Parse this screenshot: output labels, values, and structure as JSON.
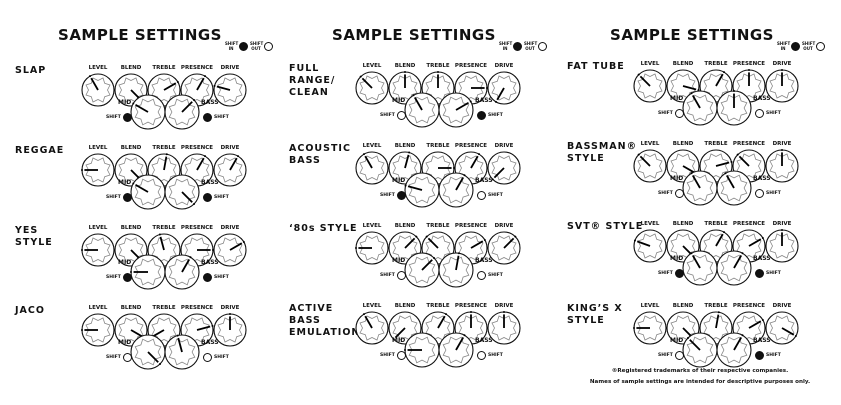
{
  "title": "SAMPLE SETTINGS",
  "legend": {
    "shift_in": "SHIFT IN",
    "shift_out": "SHIFT OUT"
  },
  "knob_labels": [
    "LEVEL",
    "BLEND",
    "TREBLE",
    "PRESENCE",
    "DRIVE"
  ],
  "mid_label": "MID",
  "bass_label": "BASS",
  "shift_label": "SHIFT",
  "columns": [
    {
      "presets": [
        {
          "name": "SLAP",
          "knobs": [
            -30,
            135,
            60,
            30,
            -75
          ],
          "mid": -60,
          "bass": 45,
          "mid_shift": true,
          "bass_shift": true
        },
        {
          "name": "REGGAE",
          "knobs": [
            -90,
            135,
            10,
            30,
            30
          ],
          "mid": -60,
          "bass": 135,
          "mid_shift": true,
          "bass_shift": true
        },
        {
          "name": "YES\nSTYLE",
          "knobs": [
            -90,
            135,
            -15,
            90,
            60
          ],
          "mid": -90,
          "bass": 30,
          "mid_shift": true,
          "bass_shift": true
        },
        {
          "name": "JACO",
          "knobs": [
            -90,
            120,
            -120,
            75,
            0
          ],
          "mid": 135,
          "bass": -15,
          "mid_shift": false,
          "bass_shift": false
        }
      ]
    },
    {
      "presets": [
        {
          "name": "FULL\nRANGE/\nCLEAN",
          "knobs": [
            -45,
            0,
            0,
            90,
            -150
          ],
          "mid": -30,
          "bass": 60,
          "mid_shift": false,
          "bass_shift": true
        },
        {
          "name": "ACOUSTIC\nBASS",
          "knobs": [
            -30,
            15,
            90,
            30,
            -135
          ],
          "mid": -75,
          "bass": 30,
          "mid_shift": true,
          "bass_shift": false
        },
        {
          "name": "‘80s STYLE",
          "knobs": [
            -90,
            45,
            -45,
            60,
            45
          ],
          "mid": 45,
          "bass": 10,
          "mid_shift": false,
          "bass_shift": false
        },
        {
          "name": "ACTIVE\nBASS\nEMULATION",
          "knobs": [
            -30,
            -135,
            30,
            0,
            0
          ],
          "mid": -90,
          "bass": 30,
          "mid_shift": false,
          "bass_shift": false
        }
      ]
    },
    {
      "presets": [
        {
          "name": "FAT TUBE",
          "knobs": [
            -45,
            105,
            30,
            0,
            0
          ],
          "mid": -30,
          "bass": 0,
          "mid_shift": false,
          "bass_shift": false
        },
        {
          "name": "BASSMAN®\nSTYLE",
          "knobs": [
            -45,
            120,
            75,
            -45,
            0
          ],
          "mid": -30,
          "bass": -30,
          "mid_shift": false,
          "bass_shift": false
        },
        {
          "name": "SVT® STYLE",
          "knobs": [
            -70,
            135,
            30,
            60,
            0
          ],
          "mid": -30,
          "bass": 30,
          "mid_shift": true,
          "bass_shift": true
        },
        {
          "name": "KING’S X\nSTYLE",
          "knobs": [
            -90,
            135,
            10,
            60,
            120
          ],
          "mid": -45,
          "bass": 30,
          "mid_shift": false,
          "bass_shift": true
        }
      ]
    }
  ],
  "footer": {
    "line1": "®Registered trademarks of their respective companies.",
    "line2": "Names of sample settings are intended for descriptive purposes only."
  }
}
